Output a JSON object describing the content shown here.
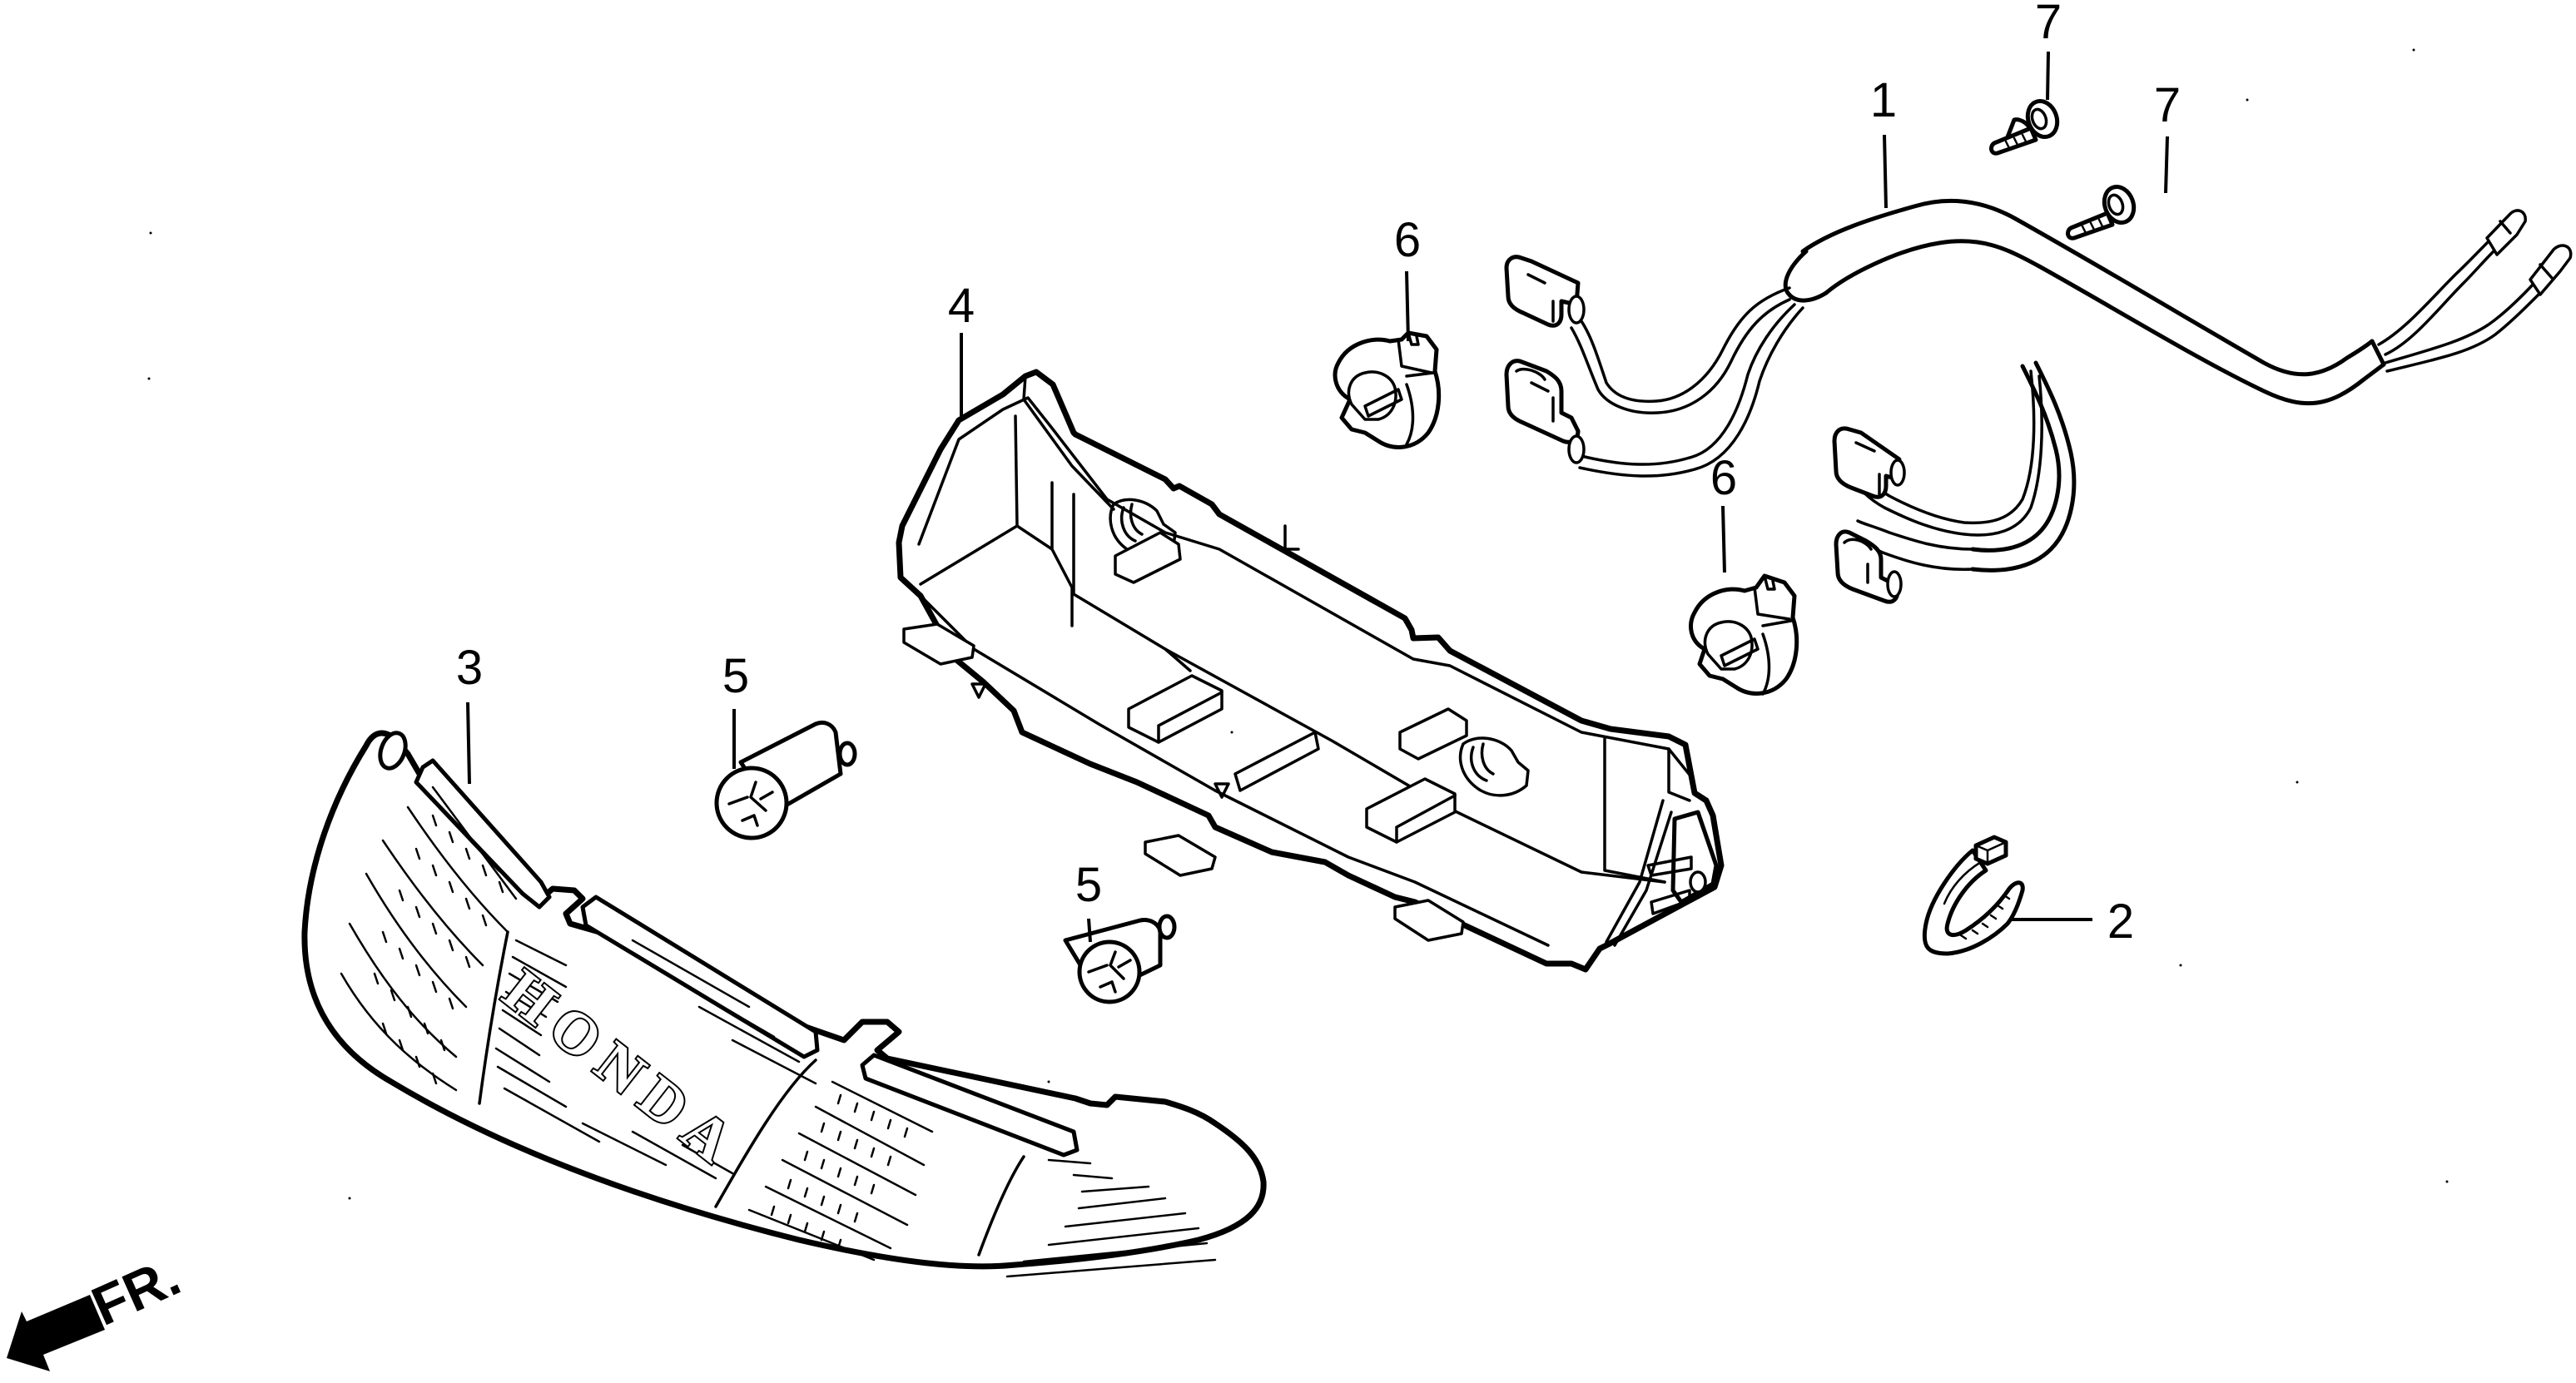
{
  "diagram": {
    "type": "exploded-parts-diagram",
    "subject": "Rear combination light assembly",
    "background_color": "#ffffff",
    "ink_color": "#000000"
  },
  "parts": [
    {
      "ref": "1",
      "name": "wire-harness",
      "callouts": [
        {
          "label": "1"
        }
      ]
    },
    {
      "ref": "2",
      "name": "wire-band-clamp",
      "callouts": [
        {
          "label": "2"
        }
      ]
    },
    {
      "ref": "3",
      "name": "lens",
      "callouts": [
        {
          "label": "3"
        }
      ],
      "embossed_text": "HONDA"
    },
    {
      "ref": "4",
      "name": "light-housing-base",
      "callouts": [
        {
          "label": "4"
        }
      ]
    },
    {
      "ref": "5",
      "name": "bulb",
      "callouts": [
        {
          "label": "5"
        },
        {
          "label": "5"
        }
      ]
    },
    {
      "ref": "6",
      "name": "bulb-socket",
      "callouts": [
        {
          "label": "6"
        },
        {
          "label": "6"
        }
      ]
    },
    {
      "ref": "7",
      "name": "tapping-screw",
      "callouts": [
        {
          "label": "7"
        },
        {
          "label": "7"
        }
      ]
    }
  ],
  "direction_indicator": {
    "icon": "arrow-left-down-icon",
    "label": "FR."
  }
}
